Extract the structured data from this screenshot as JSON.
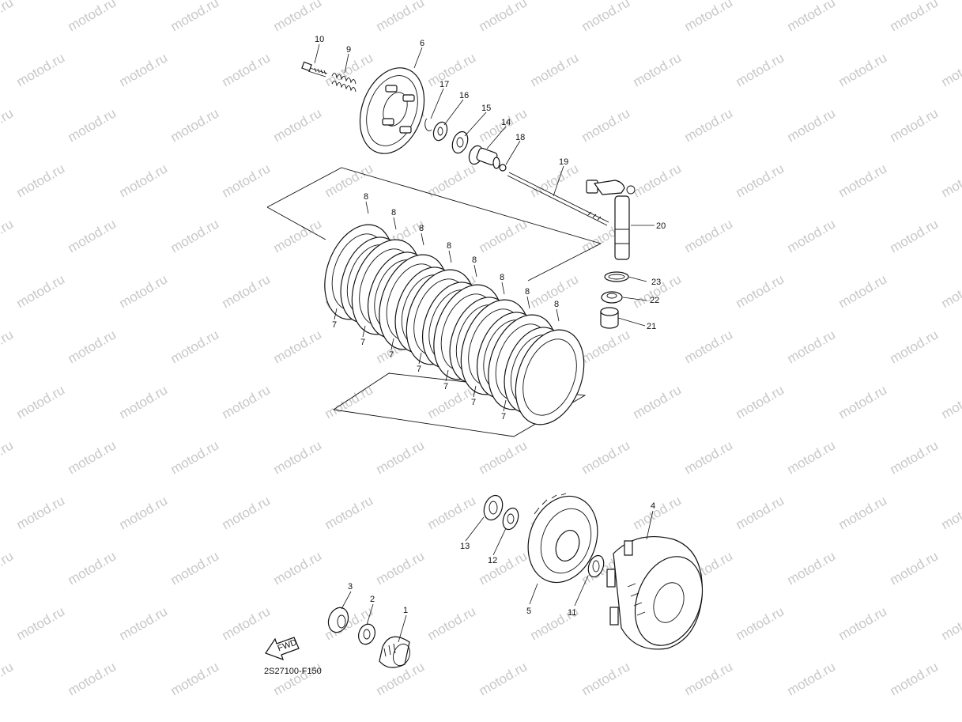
{
  "watermark": "motod.ru",
  "drawing_code": "2S27100-F150",
  "fwd_label": "FWD",
  "callouts": {
    "p1": "1",
    "p2": "2",
    "p3": "3",
    "p4": "4",
    "p5": "5",
    "p6": "6",
    "p9": "9",
    "p10": "10",
    "p11": "11",
    "p12": "12",
    "p13": "13",
    "p14": "14",
    "p15": "15",
    "p16": "16",
    "p17": "17",
    "p18": "18",
    "p19": "19",
    "p20": "20",
    "p21": "21",
    "p22": "22",
    "p23": "23",
    "plate_friction": "8",
    "plate_steel": "7"
  }
}
